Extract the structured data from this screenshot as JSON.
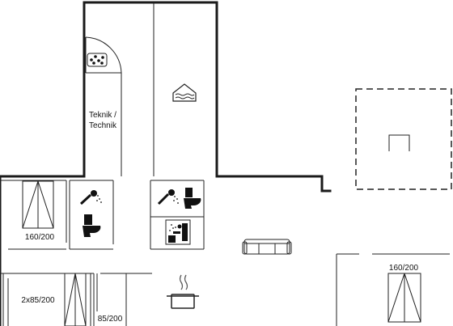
{
  "rooms": {
    "technic_label_1": "Teknik /",
    "technic_label_2": "Technik"
  },
  "beds": {
    "bed_top_left": "160/200",
    "bed_bottom_left": "2x85/200",
    "bed_bottom_mid": "85/200",
    "bed_right": "160/200"
  },
  "icons": {
    "heater": "boiler-icon",
    "pool": "pool-icon",
    "shower": "shower-icon",
    "toilet": "toilet-icon",
    "sauna": "sauna-icon",
    "sofa": "sofa-icon",
    "pot": "cooking-pot-icon",
    "terrace": "terrace-icon"
  }
}
